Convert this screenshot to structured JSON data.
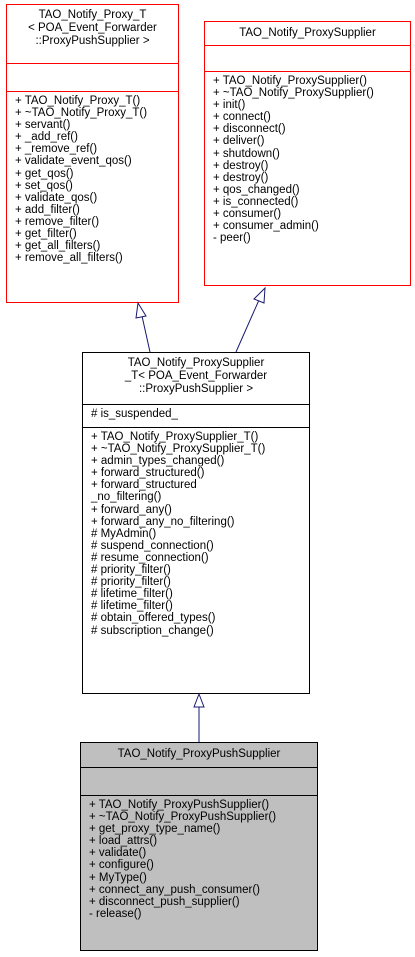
{
  "diagram": {
    "classes": [
      {
        "id": "proxy_t",
        "title_lines": [
          "TAO_Notify_Proxy_T",
          "< POA_Event_Forwarder",
          "::ProxyPushSupplier >"
        ],
        "attributes": [],
        "operations": [
          "+ TAO_Notify_Proxy_T()",
          "+ ~TAO_Notify_Proxy_T()",
          "+ servant()",
          "+ _add_ref()",
          "+ _remove_ref()",
          "+ validate_event_qos()",
          "+ get_qos()",
          "+ set_qos()",
          "+ validate_qos()",
          "+ add_filter()",
          "+ remove_filter()",
          "+ get_filter()",
          "+ get_all_filters()",
          "+ remove_all_filters()"
        ]
      },
      {
        "id": "proxy_supplier",
        "title_lines": [
          "TAO_Notify_ProxySupplier"
        ],
        "attributes": [],
        "operations": [
          "+ TAO_Notify_ProxySupplier()",
          "+ ~TAO_Notify_ProxySupplier()",
          "+ init()",
          "+ connect()",
          "+ disconnect()",
          "+ deliver()",
          "+ shutdown()",
          "+ destroy()",
          "+ destroy()",
          "+ qos_changed()",
          "+ is_connected()",
          "+ consumer()",
          "+ consumer_admin()",
          "- peer()"
        ]
      },
      {
        "id": "proxy_supplier_t",
        "title_lines": [
          "TAO_Notify_ProxySupplier",
          "_T< POA_Event_Forwarder",
          "::ProxyPushSupplier >"
        ],
        "attributes": [
          "# is_suspended_"
        ],
        "operations": [
          "+ TAO_Notify_ProxySupplier_T()",
          "+ ~TAO_Notify_ProxySupplier_T()",
          "+ admin_types_changed()",
          "+ forward_structured()",
          "+ forward_structured",
          "_no_filtering()",
          "+ forward_any()",
          "+ forward_any_no_filtering()",
          "# MyAdmin()",
          "# suspend_connection()",
          "# resume_connection()",
          "# priority_filter()",
          "# priority_filter()",
          "# lifetime_filter()",
          "# lifetime_filter()",
          "# obtain_offered_types()",
          "# subscription_change()"
        ]
      },
      {
        "id": "proxy_push_supplier",
        "title_lines": [
          "TAO_Notify_ProxyPushSupplier"
        ],
        "attributes": [],
        "operations": [
          "+ TAO_Notify_ProxyPushSupplier()",
          "+ ~TAO_Notify_ProxyPushSupplier()",
          "+ get_proxy_type_name()",
          "+ load_attrs()",
          "+ validate()",
          "+ configure()",
          "+ MyType()",
          "+ connect_any_push_consumer()",
          "+ disconnect_push_supplier()",
          "- release()"
        ]
      }
    ],
    "colors": {
      "template_border": "#ff0000",
      "class_border": "#000000",
      "focus_fill": "#bfbfbf",
      "edge": "#191970"
    }
  }
}
